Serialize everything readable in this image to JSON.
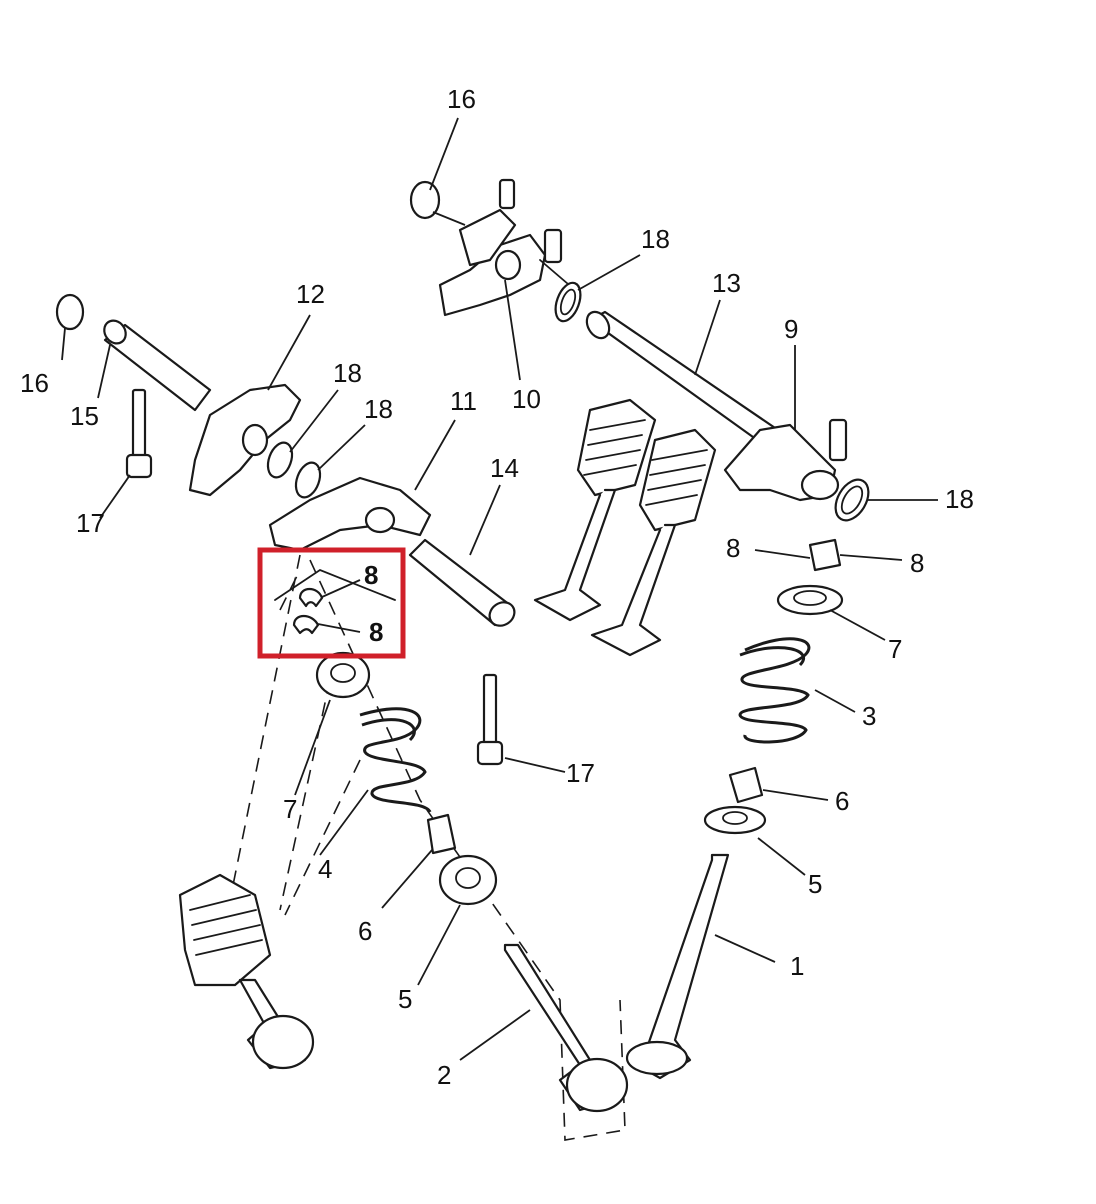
{
  "labels": {
    "p1": "1",
    "p2": "2",
    "p3": "3",
    "p4": "4",
    "p5a": "5",
    "p5b": "5",
    "p6a": "6",
    "p6b": "6",
    "p7a": "7",
    "p7b": "7",
    "p8a": "8",
    "p8b": "8",
    "p8c": "8",
    "p8d": "8",
    "p9": "9",
    "p10": "10",
    "p11": "11",
    "p12": "12",
    "p13": "13",
    "p14": "14",
    "p15": "15",
    "p16a": "16",
    "p16b": "16",
    "p17a": "17",
    "p17b": "17",
    "p18a": "18",
    "p18b": "18",
    "p18c": "18",
    "p18d": "18"
  },
  "colors": {
    "line": "#1a1a1a",
    "highlight": "#d0202a",
    "background": "#ffffff"
  }
}
